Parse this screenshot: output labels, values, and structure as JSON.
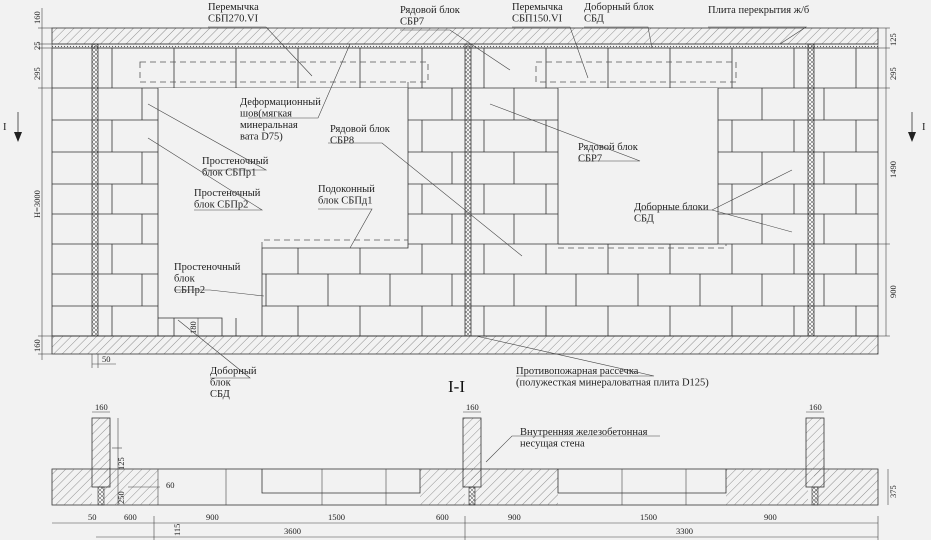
{
  "section_marks": {
    "left": "I",
    "right": "I",
    "title": "I-I"
  },
  "labels": {
    "lintel_270": [
      "Перемычка",
      "СБП270.VI"
    ],
    "row_block_sbr7_top": [
      "Рядовой блок",
      "СБР7"
    ],
    "lintel_150": [
      "Перемычка",
      "СБП150.VI"
    ],
    "extra_block_top": [
      "Доборный блок",
      "СБД"
    ],
    "slab": [
      "Плита перекрытия ж/б"
    ],
    "deform_joint": [
      "Деформационный",
      "шов(мягкая",
      "минеральная",
      "вата D75)"
    ],
    "row_block_sbr8": [
      "Рядовой блок",
      "СБР8"
    ],
    "row_block_sbr7_mid": [
      "Рядовой блок",
      "СБР7"
    ],
    "pier_block_1": [
      "Простеночный",
      "блок СБПр1"
    ],
    "pier_block_2": [
      "Простеночный",
      "блок СБПр2"
    ],
    "sill_block": [
      "Подоконный",
      "блок СБПд1"
    ],
    "extra_blocks": [
      "Доборные блоки",
      "СБД"
    ],
    "pier_block_3": [
      "Простеночный",
      "блок",
      "СБПр2"
    ],
    "extra_block_bottom": [
      "Доборный",
      "блок",
      "СБД"
    ],
    "fire_break": [
      "Противопожарная рассечка",
      "(полужесткая минераловатная плита D125)"
    ],
    "inner_wall": [
      "Внутренняя железобетонная",
      "несущая стена"
    ]
  },
  "dims_left": {
    "top_slab": "160",
    "gap": "25",
    "lintel": "295",
    "height": "H=3000",
    "bottom_slab": "160"
  },
  "dims_right": {
    "top": "125",
    "lintel": "295",
    "window": "1490",
    "sill": "900"
  },
  "dims_misc": {
    "col_width": "50",
    "extra_block_h": "180"
  },
  "plan_dims": {
    "col": [
      "160",
      "160",
      "160"
    ],
    "d125": "125",
    "d250": "250",
    "d60": "60",
    "d115": "115",
    "d375": "375",
    "bottom_row": [
      "50",
      "600",
      "900",
      "1500",
      "600",
      "900",
      "1500",
      "900"
    ],
    "totals": [
      "3600",
      "3300"
    ]
  }
}
